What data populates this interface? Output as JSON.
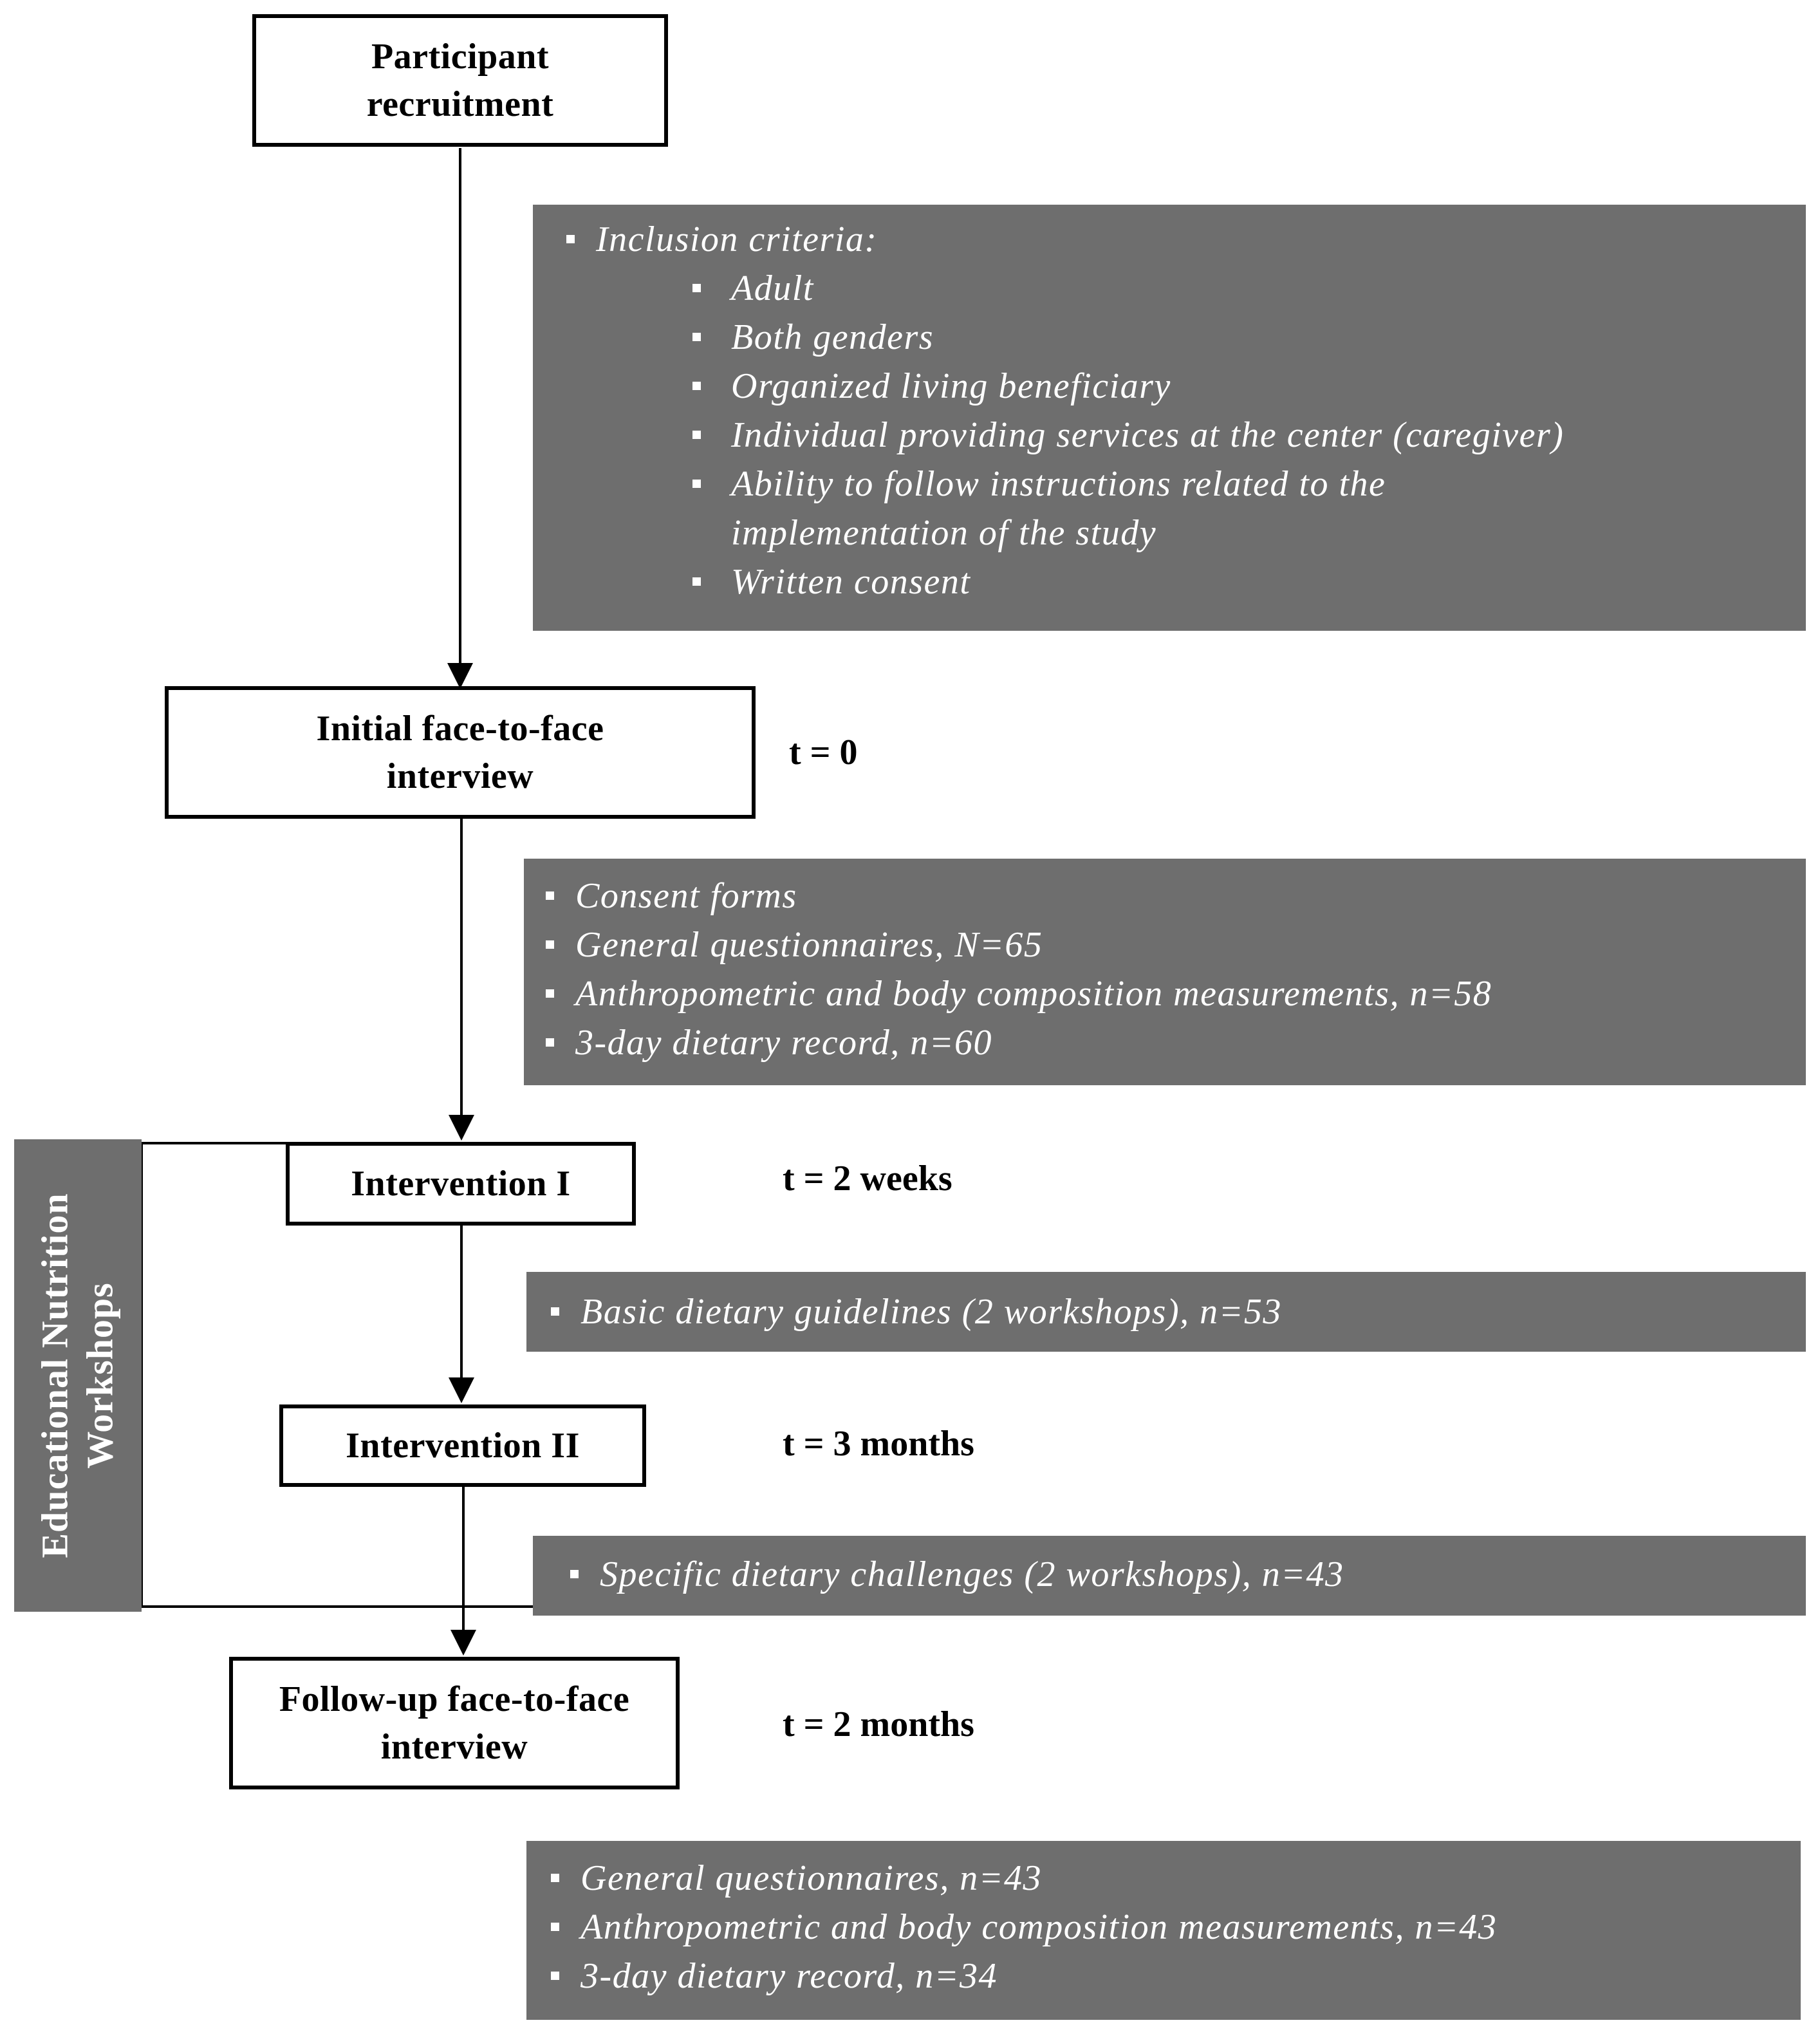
{
  "stages": {
    "recruitment": "Participant recruitment",
    "initial_interview": "Initial face-to-face interview",
    "intervention_1": "Intervention I",
    "intervention_2": "Intervention II",
    "followup_interview": "Follow-up face-to-face interview"
  },
  "timepoints": {
    "initial": "t = 0",
    "intervention_1": "t = 2 weeks",
    "intervention_2": "t = 3 months",
    "followup": "t = 2 months"
  },
  "side_label": {
    "line1": "Educational Nutrition",
    "line2": "Workshops"
  },
  "inclusion": {
    "heading": "Inclusion criteria:",
    "items": [
      "Adult",
      "Both genders",
      "Organized living beneficiary",
      "Individual providing services at the center (caregiver)",
      "Ability to follow instructions related to the implementation of the study",
      "Written consent"
    ]
  },
  "baseline": {
    "items": [
      "Consent forms",
      "General questionnaires, N=65",
      "Anthropometric and body composition measurements, n=58",
      "3-day dietary record, n=60"
    ]
  },
  "workshop_1": {
    "items": [
      "Basic dietary guidelines (2 workshops), n=53"
    ]
  },
  "workshop_2": {
    "items": [
      "Specific dietary challenges (2 workshops), n=43"
    ]
  },
  "followup": {
    "items": [
      "General questionnaires, n=43",
      "Anthropometric and body composition measurements, n=43",
      "3-day dietary record, n=34"
    ]
  },
  "colors": {
    "panel_fill": "#6e6e6e",
    "panel_text": "#ffffff",
    "box_border": "#000000"
  }
}
